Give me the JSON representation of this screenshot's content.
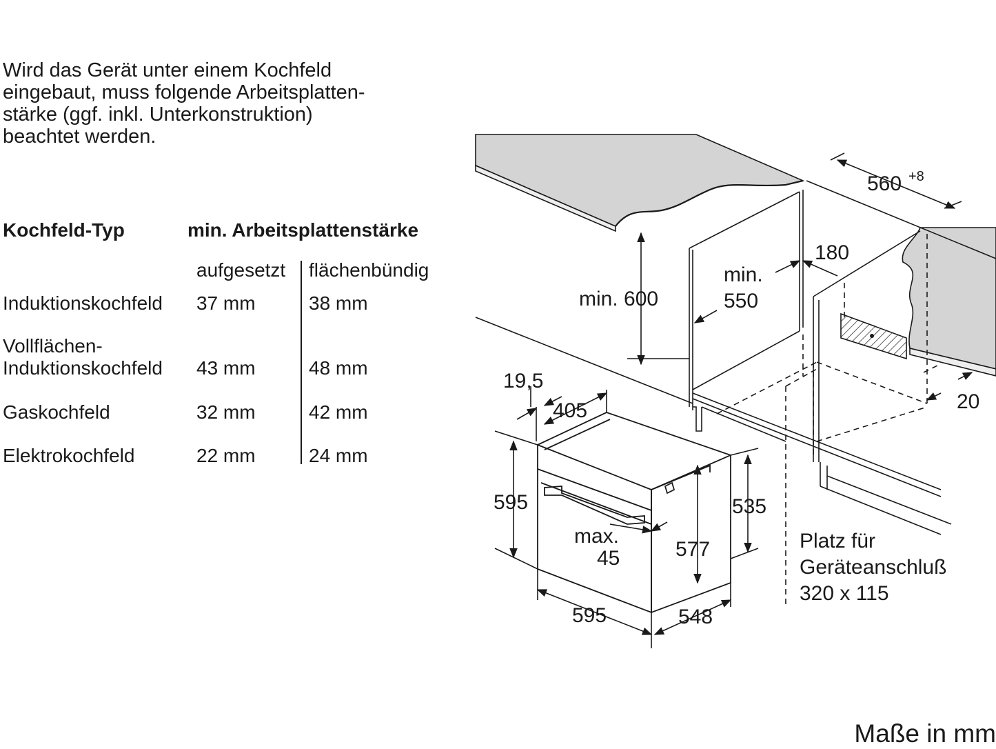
{
  "intro_text": "Wird das Gerät unter einem Kochfeld\neingebaut, muss folgende Arbeitsplatten-\nstärke (ggf. inkl. Unterkonstruktion)\nbeachtet werden.",
  "table": {
    "col_type": "Kochfeld-Typ",
    "col_min": "min. Arbeitsplattenstärke",
    "sub_aufgesetzt": "aufgesetzt",
    "sub_flaechenbuendig": "flächenbündig",
    "rows": [
      {
        "type": "Induktionskochfeld",
        "aufgesetzt": "37 mm",
        "flaechenbuendig": "38 mm"
      },
      {
        "type": "Vollflächen-\nInduktionskochfeld",
        "aufgesetzt": "43 mm",
        "flaechenbuendig": "48 mm"
      },
      {
        "type": "Gaskochfeld",
        "aufgesetzt": "32 mm",
        "flaechenbuendig": "42 mm"
      },
      {
        "type": "Elektrokochfeld",
        "aufgesetzt": "22 mm",
        "flaechenbuendig": "24 mm"
      }
    ]
  },
  "dimensions": {
    "niche_width": "560",
    "niche_width_tol": "+8",
    "min_height_label": "min. 600",
    "min_depth_1": "min.",
    "min_depth_2": "550",
    "vent_180": "180",
    "gap_20": "20",
    "front_19_5": "19,5",
    "inner_405": "405",
    "height_595": "595",
    "height_535": "535",
    "max_label": "max.",
    "max_45": "45",
    "height_577": "577",
    "width_595": "595",
    "depth_548": "548",
    "connection_1": "Platz für",
    "connection_2": "Geräteanschluß",
    "connection_3": "320 x 115"
  },
  "units_label": "Maße in mm"
}
